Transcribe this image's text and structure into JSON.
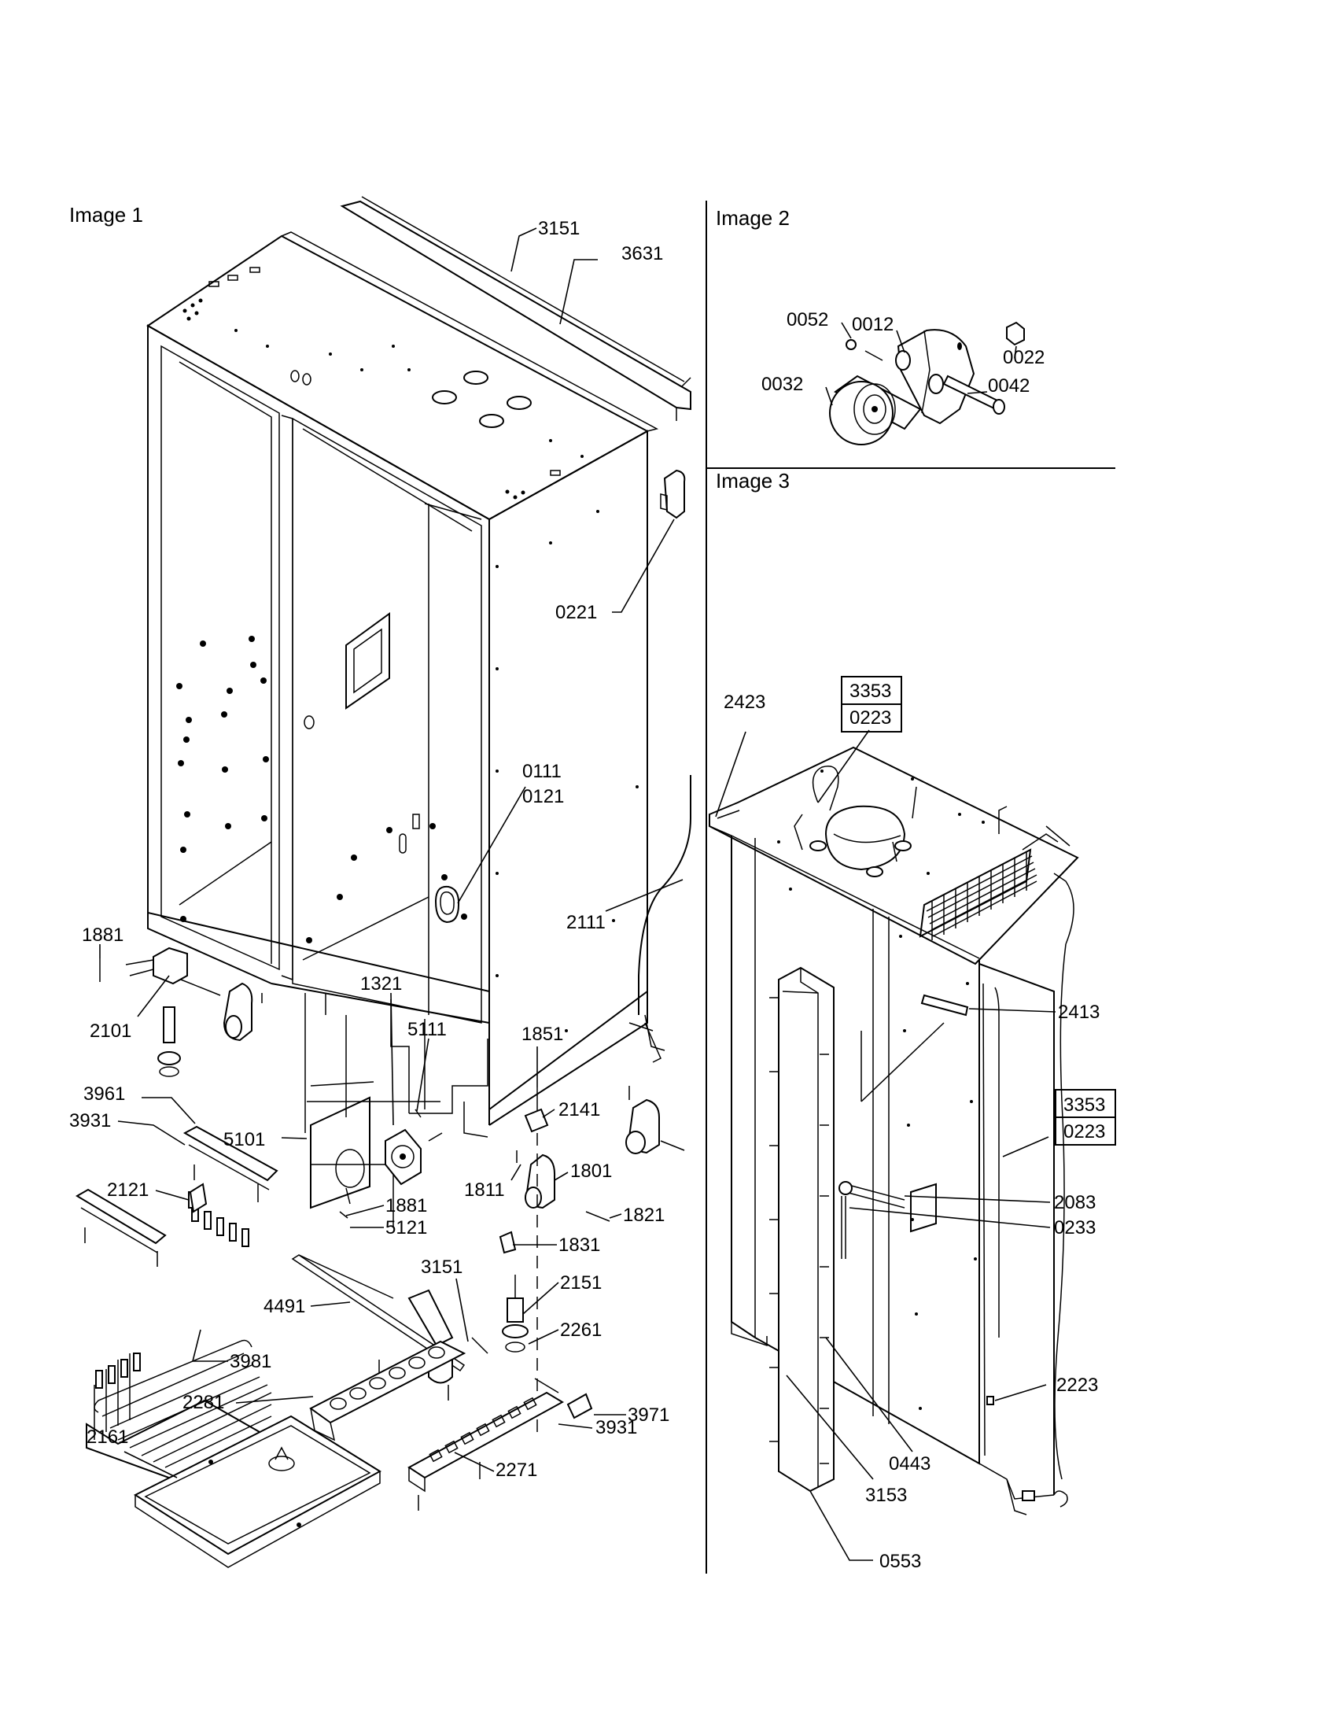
{
  "panels": [
    {
      "title": "Image 1"
    },
    {
      "title": "Image 2"
    },
    {
      "title": "Image 3"
    }
  ],
  "callouts": {
    "p3151a": "3151",
    "p3631": "3631",
    "p0221": "0221",
    "p0111": "0111",
    "p0121": "0121",
    "p2111": "2111",
    "p1881a": "1881",
    "p2101": "2101",
    "p1321": "1321",
    "p5111": "5111",
    "p1851": "1851",
    "p3961": "3961",
    "p3931a": "3931",
    "p5101": "5101",
    "p2141": "2141",
    "p2121": "2121",
    "p1811": "1811",
    "p1801": "1801",
    "p1881b": "1881",
    "p1821": "1821",
    "p5121": "5121",
    "p1831": "1831",
    "p3151b": "3151",
    "p2151": "2151",
    "p4491": "4491",
    "p2261": "2261",
    "p3981": "3981",
    "p2281": "2281",
    "p3971": "3971",
    "p3931b": "3931",
    "p2161": "2161",
    "p2271": "2271",
    "p0052": "0052",
    "p0012": "0012",
    "p0022": "0022",
    "p0032": "0032",
    "p0042": "0042",
    "p2423": "2423",
    "p3353a": "3353",
    "p0223a": "0223",
    "p2413": "2413",
    "p3353b": "3353",
    "p0223b": "0223",
    "p2083": "2083",
    "p0233": "0233",
    "p2223": "2223",
    "p0443": "0443",
    "p3153": "3153",
    "p0553": "0553"
  }
}
